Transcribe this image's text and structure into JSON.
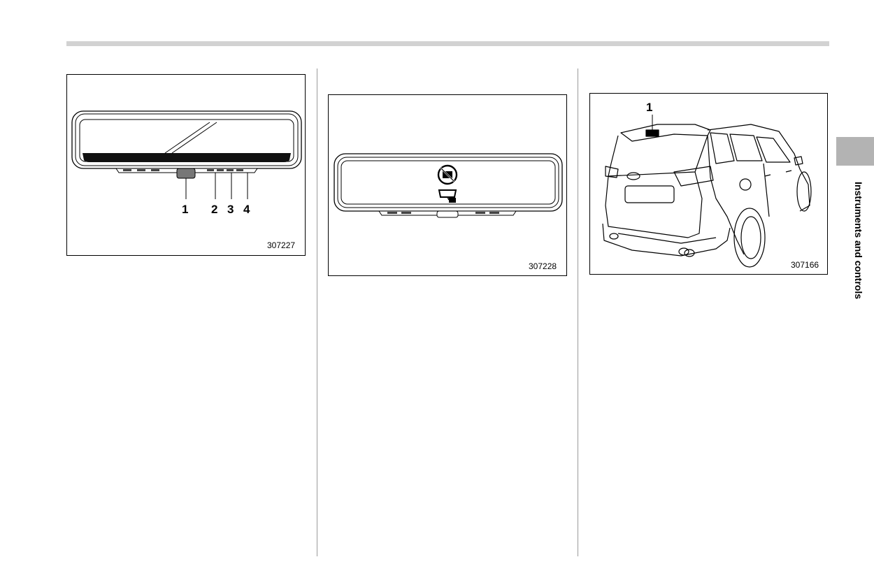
{
  "section": {
    "side_label": "Instruments and controls"
  },
  "figures": [
    {
      "id": "307227",
      "callouts": [
        "1",
        "2",
        "3",
        "4"
      ]
    },
    {
      "id": "307228",
      "callouts": []
    },
    {
      "id": "307166",
      "callouts": [
        "1"
      ]
    }
  ]
}
